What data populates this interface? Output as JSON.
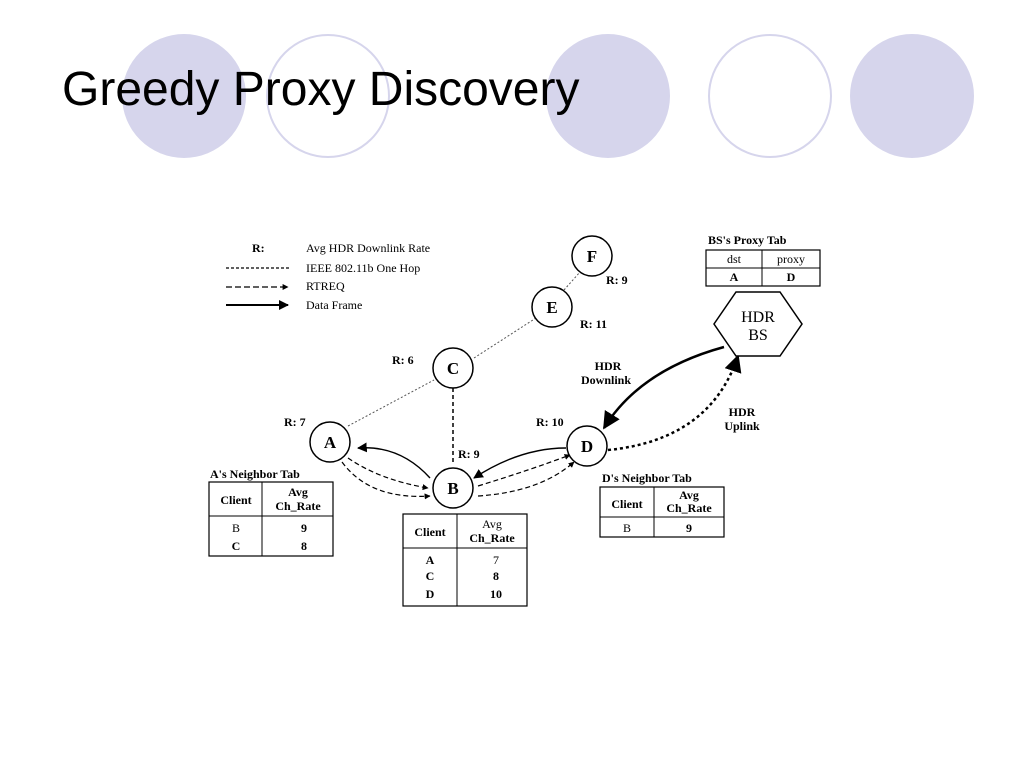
{
  "slide": {
    "title": "Greedy Proxy Discovery"
  },
  "legend": {
    "r_key": "R:",
    "r_desc": "Avg HDR Downlink Rate",
    "onehop": "IEEE 802.11b One Hop",
    "rtreq": "RTREQ",
    "dataframe": "Data Frame"
  },
  "nodes": {
    "A": {
      "label": "A",
      "rate": "R: 7"
    },
    "B": {
      "label": "B",
      "rate": "R: 9"
    },
    "C": {
      "label": "C",
      "rate": "R: 6"
    },
    "D": {
      "label": "D",
      "rate": "R: 10"
    },
    "E": {
      "label": "E",
      "rate": "R: 11"
    },
    "F": {
      "label": "F",
      "rate": "R: 9"
    }
  },
  "bs": {
    "line1": "HDR",
    "line2": "BS"
  },
  "links": {
    "downlink_1": "HDR",
    "downlink_2": "Downlink",
    "uplink_1": "HDR",
    "uplink_2": "Uplink"
  },
  "proxy_table": {
    "title": "BS's Proxy Tab",
    "headers": [
      "dst",
      "proxy"
    ],
    "rows": [
      [
        "A",
        "D"
      ]
    ]
  },
  "a_table": {
    "title": "A's Neighbor Tab",
    "header_client": "Client",
    "header_rate_1": "Avg",
    "header_rate_2": "Ch_Rate",
    "rows": [
      [
        "B",
        "9"
      ],
      [
        "C",
        "8"
      ]
    ]
  },
  "b_table": {
    "header_client": "Client",
    "header_rate_1": "Avg",
    "header_rate_2": "Ch_Rate",
    "rows": [
      [
        "A",
        "7"
      ],
      [
        "C",
        "8"
      ],
      [
        "D",
        "10"
      ]
    ]
  },
  "d_table": {
    "title": "D's Neighbor Tab",
    "header_client": "Client",
    "header_rate_1": "Avg",
    "header_rate_2": "Ch_Rate",
    "rows": [
      [
        "B",
        "9"
      ]
    ]
  }
}
